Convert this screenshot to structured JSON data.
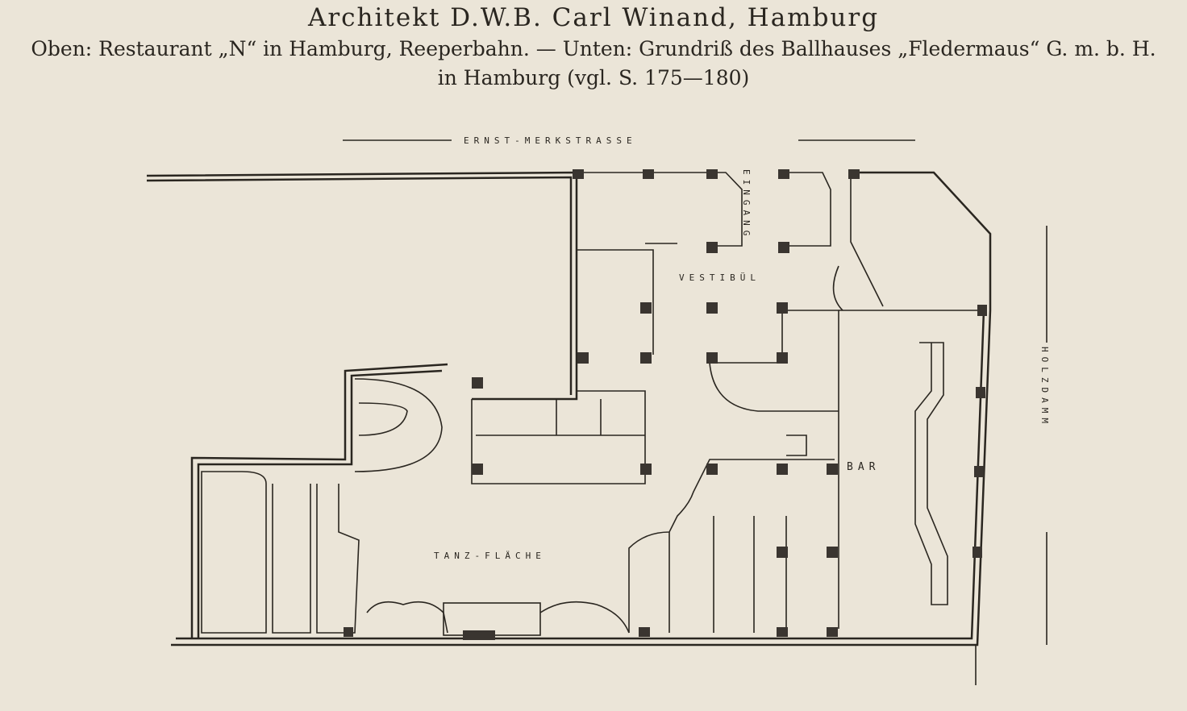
{
  "caption": {
    "title": "Architekt D.W.B. Carl Winand, Hamburg",
    "line2": "Oben: Restaurant „N“ in Hamburg, Reeperbahn. — Unten: Grundriß des Ballhauses „Fledermaus“ G. m. b. H.",
    "line3": "in Hamburg (vgl. S. 175—180)"
  },
  "plan": {
    "street_top": "ERNST-MERKSTRASSE",
    "street_right": "HOLZDAMM",
    "entrance": "EINGANG",
    "vestibule": "VESTIBÜL",
    "bar": "BAR",
    "dance_floor": "TANZ-FLÄCHE"
  }
}
